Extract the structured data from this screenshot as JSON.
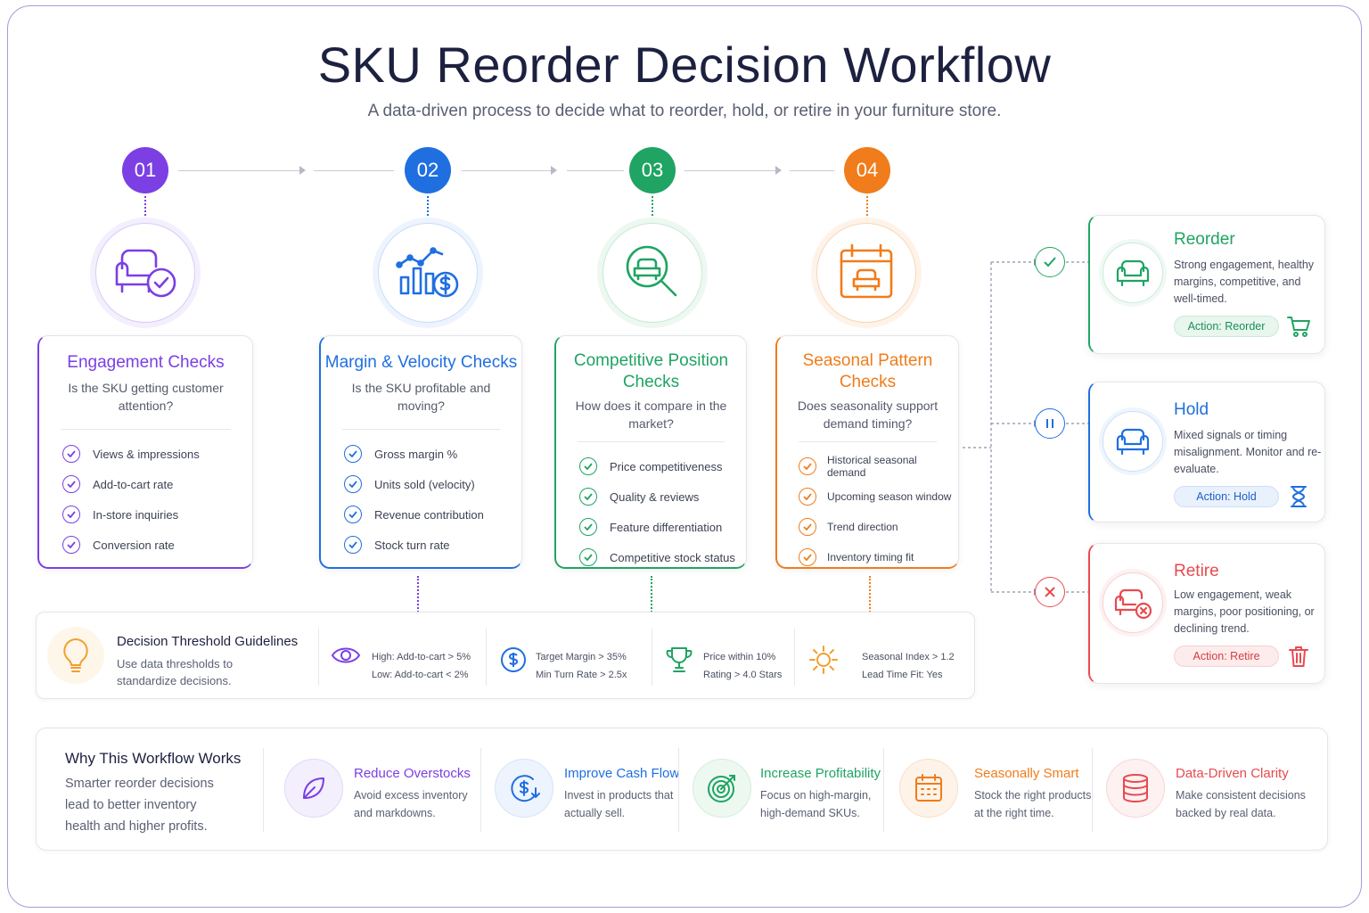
{
  "header": {
    "title": "SKU Reorder Decision Workflow",
    "subtitle": "A data-driven process to decide what to reorder, hold, or retire in your furniture store."
  },
  "colors": {
    "purple": "#7b3fe4",
    "blue": "#1f6fe0",
    "green": "#1fa463",
    "orange": "#f07c1b",
    "red": "#e84a4f"
  },
  "steps": [
    {
      "number": "01",
      "icon": "armchair-check-icon",
      "title": "Engagement Checks",
      "question": "Is the SKU getting customer attention?",
      "items": [
        "Views & impressions",
        "Add-to-cart rate",
        "In-store inquiries",
        "Conversion rate"
      ]
    },
    {
      "number": "02",
      "icon": "chart-dollar-icon",
      "title": "Margin & Velocity Checks",
      "question": "Is the SKU profitable and moving?",
      "items": [
        "Gross margin %",
        "Units sold (velocity)",
        "Revenue contribution",
        "Stock turn rate"
      ]
    },
    {
      "number": "03",
      "icon": "magnifier-chair-icon",
      "title": "Competitive Position Checks",
      "question": "How does it compare in the market?",
      "items": [
        "Price competitiveness",
        "Quality & reviews",
        "Feature differentiation",
        "Competitive stock status"
      ]
    },
    {
      "number": "04",
      "icon": "calendar-chair-icon",
      "title": "Seasonal Pattern Checks",
      "question": "Does seasonality support demand timing?",
      "items": [
        "Historical seasonal demand",
        "Upcoming season window",
        "Trend direction",
        "Inventory timing fit"
      ]
    }
  ],
  "outcomes": [
    {
      "status_icon": "check-icon",
      "icon": "armchair-icon",
      "title": "Reorder",
      "text": "Strong engagement, healthy margins, competitive, and well-timed.",
      "action": "Action: Reorder",
      "action_icon": "cart-icon"
    },
    {
      "status_icon": "pause-icon",
      "icon": "armchair-icon",
      "title": "Hold",
      "text": "Mixed signals or timing misalignment. Monitor and re-evaluate.",
      "action": "Action: Hold",
      "action_icon": "hourglass-icon"
    },
    {
      "status_icon": "x-icon",
      "icon": "armchair-x-icon",
      "title": "Retire",
      "text": "Low engagement, weak margins, poor positioning, or declining trend.",
      "action": "Action: Retire",
      "action_icon": "trash-icon"
    }
  ],
  "thresholds": {
    "title": "Decision Threshold Guidelines",
    "text": "Use data thresholds to standardize decisions.",
    "items": [
      {
        "icon": "eye-icon",
        "line1": "High: Add-to-cart > 5%",
        "line2": "Low: Add-to-cart < 2%"
      },
      {
        "icon": "dollar-circle-icon",
        "line1": "Target Margin > 35%",
        "line2": "Min Turn Rate > 2.5x"
      },
      {
        "icon": "trophy-icon",
        "line1": "Price within 10%",
        "line2": "Rating > 4.0 Stars"
      },
      {
        "icon": "sun-icon",
        "line1": "Seasonal Index > 1.2",
        "line2": "Lead Time Fit: Yes"
      }
    ]
  },
  "why": {
    "title": "Why This Workflow Works",
    "text": "Smarter reorder decisions lead to better inventory health and higher profits.",
    "items": [
      {
        "icon": "leaf-icon",
        "title": "Reduce Overstocks",
        "text": "Avoid excess inventory and markdowns."
      },
      {
        "icon": "cash-flow-icon",
        "title": "Improve Cash Flow",
        "text": "Invest in products that actually sell."
      },
      {
        "icon": "target-icon",
        "title": "Increase Profitability",
        "text": "Focus on high-margin, high-demand SKUs."
      },
      {
        "icon": "calendar-icon",
        "title": "Seasonally Smart",
        "text": "Stock the right products at the right time."
      },
      {
        "icon": "database-icon",
        "title": "Data-Driven Clarity",
        "text": "Make consistent decisions backed by real data."
      }
    ]
  }
}
